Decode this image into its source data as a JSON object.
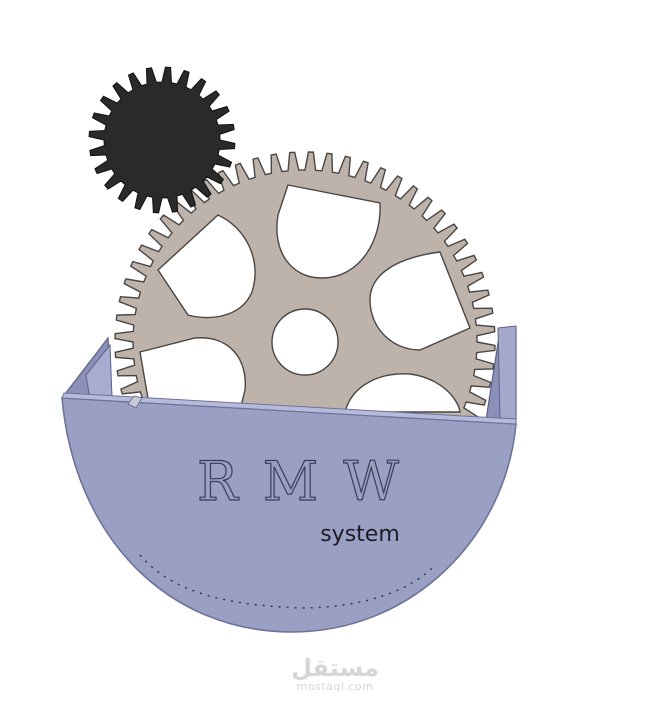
{
  "logo": {
    "brand": "R M W",
    "subtitle": "system"
  },
  "gears": {
    "large_teeth": 64,
    "small_teeth": 24,
    "large_color": "#bdb3aa",
    "small_color": "#2a2a2a"
  },
  "base": {
    "color": "#9a9fc4",
    "edge_color": "#6e7399"
  },
  "watermark": {
    "main": "مستقل",
    "sub": "mostaql.com"
  }
}
